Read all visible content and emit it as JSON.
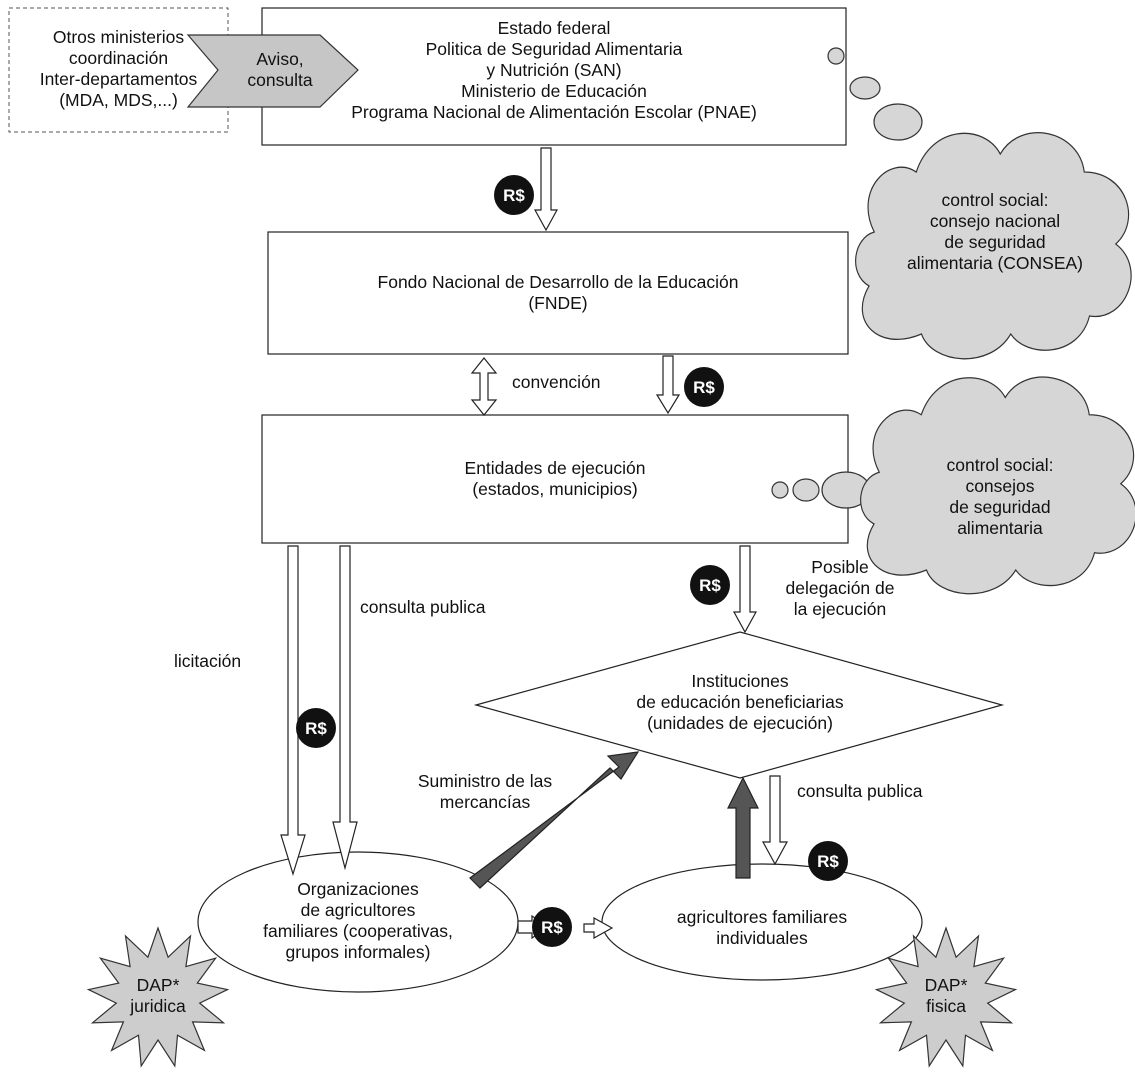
{
  "colors": {
    "stroke": "#222222",
    "cloud_fill": "#d6d6d6",
    "star_fill": "#cdcdcd",
    "dark_arrow": "#555555",
    "badge_bg": "#111111",
    "badge_text": "#ffffff"
  },
  "nodes": {
    "estado_federal": "Estado federal\nPolitica de Seguridad Alimentaria\ny Nutrición (SAN)\nMinisterio de Educación\nPrograma Nacional de Alimentación Escolar (PNAE)",
    "otros_ministerios": "Otros ministerios\ncoordinación\nInter-departamentos\n(MDA, MDS,...)",
    "aviso_consulta": "Aviso,\nconsulta",
    "fnde": "Fondo Nacional de Desarrollo de la Educación\n(FNDE)",
    "entidades": "Entidades de ejecución\n(estados, municipios)",
    "instituciones": "Instituciones\nde educación beneficiarias\n(unidades de ejecución)",
    "organizaciones": "Organizaciones\nde agricultores\nfamiliares (cooperativas,\ngrupos informales)",
    "agricultores": "agricultores familiares\nindividuales",
    "cloud_consea": "control social:\nconsejo nacional\nde seguridad\nalimentaria (CONSEA)",
    "cloud_consejos": "control social:\nconsejos\nde seguridad\nalimentaria",
    "dap_juridica": "DAP*\njuridica",
    "dap_fisica": "DAP*\nfisica"
  },
  "labels": {
    "convencion": "convención",
    "consulta_publica_left": "consulta publica",
    "licitacion": "licitación",
    "posible_delegacion": "Posible\ndelegación de\nla ejecución",
    "suministro": "Suministro de las\nmercancías",
    "consulta_publica_right": "consulta publica"
  },
  "badge_text": "R$"
}
